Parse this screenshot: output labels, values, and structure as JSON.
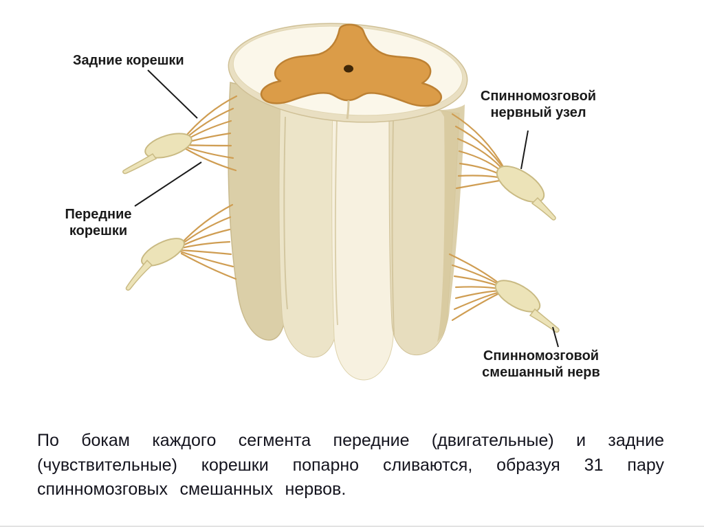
{
  "diagram": {
    "labels": {
      "posterior_roots": "Задние корешки",
      "spinal_ganglion": "Спинномозговой\nнервный узел",
      "anterior_roots": "Передние\nкорешки",
      "mixed_nerve": "Спинномозговой\nсмешанный нерв"
    },
    "caption": "По бокам каждого сегмента передние (двигательные) и задние (чувствительные) корешки попарно сливаются, образуя 31 пару спинномозговых смешанных нервов."
  },
  "colors": {
    "background": "#ffffff",
    "gray_matter": "#db9c48",
    "gray_matter_outline": "#bd8133",
    "central_canal": "#3f2708",
    "cord_light": "#f7f1e0",
    "cord_dark": "#dbcfa8",
    "rootlet": "#cf9d52",
    "nerve": "#ece3b8",
    "nerve_outline": "#c9ba83",
    "pointer": "#1a1a1a",
    "label_text": "#1a1a1a",
    "caption_text": "#14141e"
  }
}
